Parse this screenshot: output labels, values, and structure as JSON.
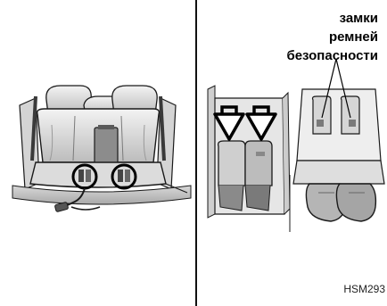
{
  "callout": {
    "lines": [
      "замки",
      "ремней",
      "безопасности"
    ]
  },
  "figure_code": "HSM293",
  "colors": {
    "line": "#1a1a1a",
    "seat_light": "#e9e9e9",
    "seat_mid": "#c8c8c8",
    "seat_dark": "#8f8f8f",
    "floor": "#bdbdbd"
  }
}
